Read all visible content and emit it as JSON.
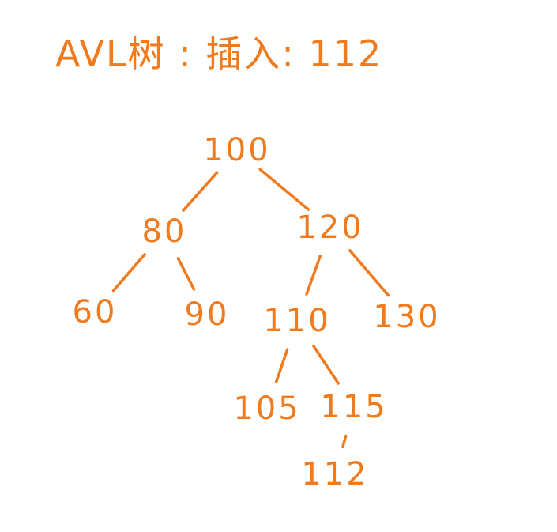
{
  "title": "AVL树 : 插入: 112",
  "color": "#F07A1E",
  "nodes": [
    {
      "label": "100"
    },
    {
      "label": "80"
    },
    {
      "label": "120"
    },
    {
      "label": "60"
    },
    {
      "label": "90"
    },
    {
      "label": "110"
    },
    {
      "label": "130"
    },
    {
      "label": "105"
    },
    {
      "label": "115"
    },
    {
      "label": "112"
    }
  ],
  "edges": [
    [
      0,
      1
    ],
    [
      0,
      2
    ],
    [
      1,
      3
    ],
    [
      1,
      4
    ],
    [
      2,
      5
    ],
    [
      2,
      6
    ],
    [
      5,
      7
    ],
    [
      5,
      8
    ],
    [
      8,
      9
    ]
  ]
}
